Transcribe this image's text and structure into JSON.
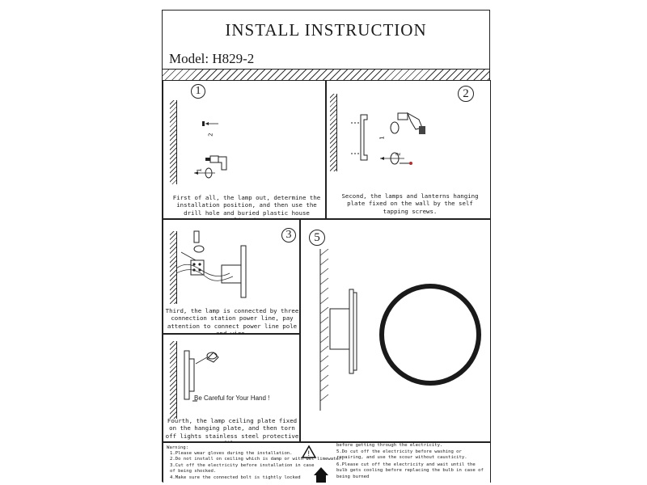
{
  "header": {
    "title": "INSTALL INSTRUCTION",
    "model": "Model: H829-2"
  },
  "steps": [
    {
      "number": "1",
      "text": "First of all, the lamp out, determine the installation position, and then use the drill hole and buried plastic house lizard."
    },
    {
      "number": "2",
      "text": "Second, the lamps and lanterns hanging plate fixed on the wall by the self tapping screws."
    },
    {
      "number": "3",
      "text": "Third, the lamp is connected by three connection station power line, pay attention to connect power line pole and wire."
    },
    {
      "number": "4",
      "text": "Fourth, the lamp ceiling plate fixed on the hanging plate, and then torn off lights stainless steel protective film.",
      "caution": "Be Careful for Your Hand !"
    },
    {
      "number": "5",
      "text": ""
    }
  ],
  "diagram_labels": {
    "step1_a": "2",
    "step1_b": "1",
    "step2_a": "1",
    "step2_b": "2"
  },
  "warning": {
    "heading": "Warning:",
    "left_items": [
      "1.Please wear gloves during the installation.",
      "2.Do not install on ceiling which is damp or with wet limewater.",
      "3.Cut off the electricity before installation in case of being shocked.",
      "4.Make sure the connected bolt is tightly locked"
    ],
    "right_items": [
      "before getting through the electricity.",
      "5.Do cut off the electricity before washing or repairing, and use the scour without causticity.",
      "6.Please cut off the electricity and wait until the bulb gets cooling before replacing the bulb in case of being burned"
    ],
    "icons": [
      "warning-triangle-icon",
      "house-icon"
    ]
  }
}
